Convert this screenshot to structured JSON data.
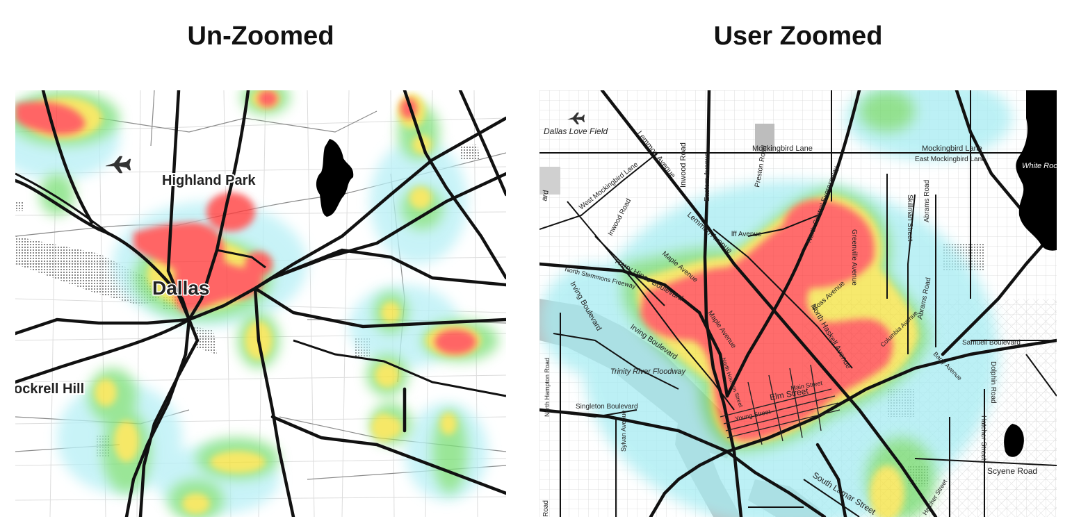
{
  "titles": {
    "left": "Un-Zoomed",
    "right": "User Zoomed"
  },
  "colors": {
    "hot": "#ff3b3b",
    "warm": "#f4e23c",
    "mild": "#6fd86a",
    "cool": "#a6ecf2",
    "road": "#111111",
    "water": "#000000"
  },
  "left_map": {
    "labels": {
      "highland_park": "Highland Park",
      "dallas": "Dallas",
      "cockrell_hill": "ockrell Hill"
    },
    "icons": [
      "airport-icon",
      "lake-shape"
    ]
  },
  "right_map": {
    "labels": {
      "dallas_love_field": "Dallas Love Field",
      "mockingbird_lane": "Mockingbird Lane",
      "mockingbird_lane_2": "Mockingbird Lane",
      "east_mockingbird_lane": "East Mockingbird Lane",
      "west_mockingbird_lane": "West Mockingbird Lane",
      "lemmon_avenue_1": "Lemmon Avenue",
      "lemmon_avenue_2": "Lemmon Avenue",
      "inwood_road_1": "Inwood Road",
      "inwood_road_2": "Inwood Road",
      "eastern_avenue": "Eastern Avenue",
      "preston_road": "Preston Road",
      "north_central_expressway": "North Central Expressway",
      "greenville_avenue": "Greenville Avenue",
      "skillman_street": "Skillman Street",
      "abrams_road": "Abrams Road",
      "abrams_road_2": "Abrams Road",
      "white_rock": "White Rock",
      "north_stemmons_freeway": "North Stemmons Freeway",
      "irving_boulevard_1": "Irving Boulevard",
      "irving_boulevard_2": "Irving Boulevard",
      "harry_hines_boulevard": "Harry Hines Boulevard",
      "maple_avenue_1": "Maple Avenue",
      "maple_avenue_2": "Maple Avenue",
      "ross_avenue": "Ross Avenue",
      "north_haskell_avenue": "North Haskell Avenue",
      "columbia_avenue": "Columbia Avenue",
      "samuell_boulevard": "Samuell Boulevard",
      "trinity_river_floodway": "Trinity River Floodway",
      "north_hampton_road": "North Hampton Road",
      "singleton_boulevard": "Singleton Boulevard",
      "sylvan_avenue": "Sylvan Avenue",
      "elm_street": "Elm Street",
      "main_street": "Main Street",
      "young_street": "Young Street",
      "dolphin_road": "Dolphin Road",
      "hatcher_street": "Hatcher Street",
      "hatcher_street_2": "Hatcher Street",
      "scyene_road": "Scyene Road",
      "south_lamar_street": "South Lamar Street",
      "north_houston_street": "North Houston Street",
      "mckinney_avenue": "lff Avenue",
      "barry_avenue": "Barry Avenue",
      "edge_road_1": "ard",
      "edge_road_2": "Road"
    },
    "icons": [
      "airport-icon",
      "lake-shape"
    ]
  }
}
